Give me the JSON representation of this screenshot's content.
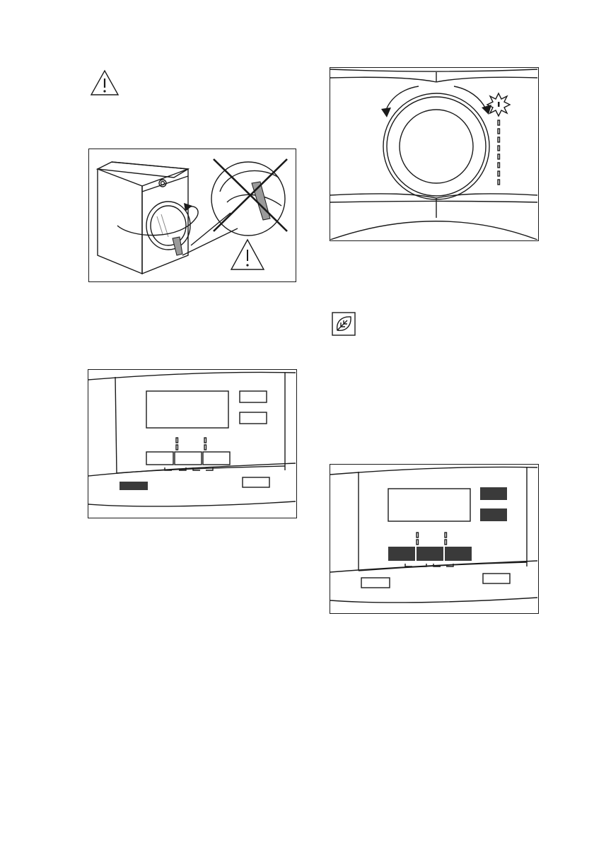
{
  "illustrations": [
    {
      "id": "warning-symbol",
      "icon": "warning-triangle-icon"
    },
    {
      "id": "door-open-figure",
      "icon": "dryer-door-warning"
    },
    {
      "id": "control-panel-figure-1",
      "icon": "control-panel"
    },
    {
      "id": "dial-figure",
      "icon": "program-dial"
    },
    {
      "id": "eco-symbol",
      "icon": "leaf-icon"
    },
    {
      "id": "control-panel-figure-2",
      "icon": "control-panel-active"
    }
  ],
  "colors": {
    "line": "#1a1a1a",
    "dark_button": "#3a3a3a",
    "panel_gray": "#f4f4f4"
  }
}
